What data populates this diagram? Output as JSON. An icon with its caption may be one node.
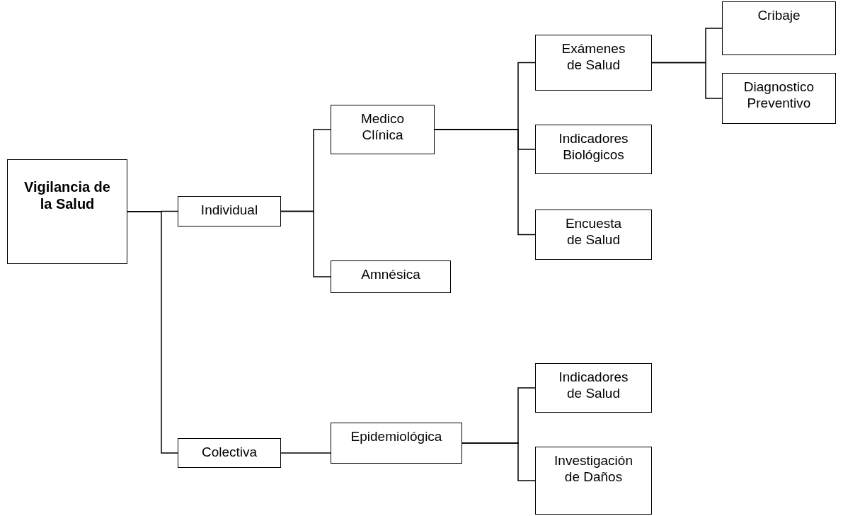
{
  "diagram": {
    "nodes": [
      {
        "text": [
          "Vigilancia de la Salud"
        ]
      },
      {
        "text": [
          "Individual"
        ]
      },
      {
        "text": [
          "Colectiva"
        ]
      },
      {
        "text": [
          "Medico Clínica"
        ]
      },
      {
        "text": [
          "Amnésica"
        ]
      },
      {
        "text": [
          "Epidemiológica"
        ]
      },
      {
        "text": [
          "Exámenes de Salud"
        ]
      },
      {
        "text": [
          "Indicadores Biológicos"
        ]
      },
      {
        "text": [
          "Encuesta de Salud"
        ]
      },
      {
        "text": [
          "Cribaje"
        ]
      },
      {
        "text": [
          "Diagnostico Preventivo"
        ]
      },
      {
        "text": [
          "Indicadores de Salud"
        ]
      },
      {
        "text": [
          "Investigación de Daños"
        ]
      }
    ],
    "edges": [
      {
        "from": 0,
        "to": 1,
        "arrow": "none"
      },
      {
        "from": 0,
        "to": 2,
        "arrow": "none"
      },
      {
        "from": 1,
        "to": 3,
        "arrow": "none"
      },
      {
        "from": 1,
        "to": 4,
        "arrow": "none"
      },
      {
        "from": 2,
        "to": 5,
        "arrow": "none"
      },
      {
        "from": 3,
        "to": 6,
        "arrow": "none"
      },
      {
        "from": 3,
        "to": 7,
        "arrow": "none"
      },
      {
        "from": 3,
        "to": 8,
        "arrow": "none"
      },
      {
        "from": 6,
        "to": 9,
        "arrow": "none"
      },
      {
        "from": 6,
        "to": 10,
        "arrow": "none"
      },
      {
        "from": 5,
        "to": 11,
        "arrow": "none"
      },
      {
        "from": 5,
        "to": 12,
        "arrow": "none"
      }
    ]
  }
}
